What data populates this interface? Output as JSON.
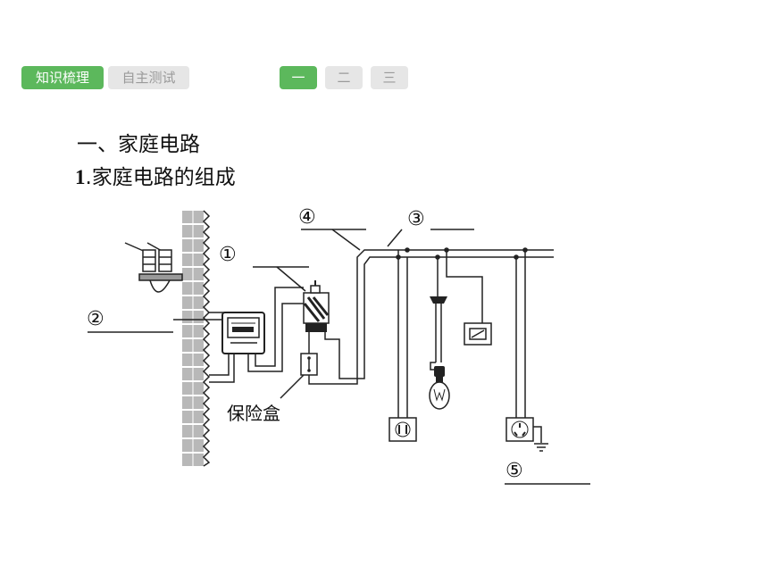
{
  "tabs": [
    {
      "label": "知识梳理",
      "active": true
    },
    {
      "label": "自主测试",
      "active": false
    }
  ],
  "pages": [
    {
      "label": "一",
      "active": true
    },
    {
      "label": "二",
      "active": false
    },
    {
      "label": "三",
      "active": false
    }
  ],
  "colors": {
    "accent": "#5cb85c",
    "inactive_bg": "#e6e6e6",
    "inactive_text": "#9a9a9a"
  },
  "heading": "一、家庭电路",
  "subheading": {
    "number": "1",
    "text": ".家庭电路的组成"
  },
  "diagram": {
    "markers": [
      "①",
      "②",
      "③",
      "④",
      "⑤"
    ],
    "fuse_box_label": "保险盒"
  }
}
